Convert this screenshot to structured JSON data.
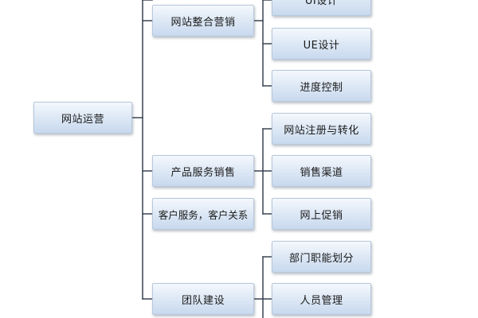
{
  "root": {
    "label": "网站运营"
  },
  "branches": [
    {
      "label": "网站整合营销"
    },
    {
      "label": "产品服务销售"
    },
    {
      "label": "客户服务，客户关系"
    },
    {
      "label": "团队建设"
    }
  ],
  "leaves": [
    {
      "label": "UI设计"
    },
    {
      "label": "UE设计"
    },
    {
      "label": "进度控制"
    },
    {
      "label": "网站注册与转化"
    },
    {
      "label": "销售渠道"
    },
    {
      "label": "网上促销"
    },
    {
      "label": "部门职能划分"
    },
    {
      "label": "人员管理"
    }
  ],
  "colors": {
    "line": "#3a4452",
    "node_border": "#b7c8dc",
    "node_top": "#f4f8fd",
    "node_bottom": "#c8d9ee",
    "text": "#1a1a1a"
  }
}
